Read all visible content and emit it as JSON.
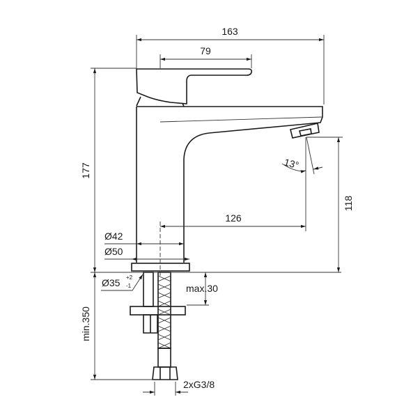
{
  "dimensions": {
    "overall_length": "163",
    "handle_length": "79",
    "overall_height": "177",
    "spout_reach": "126",
    "spout_height": "118",
    "spout_angle": "13°",
    "body_diameter": "Ø42",
    "base_diameter": "Ø50",
    "hole_diameter": "Ø35",
    "hole_tol_plus": "+2",
    "hole_tol_minus": "-1",
    "max_thickness": "max.30",
    "min_hose": "min.350",
    "connection": "2xG3/8"
  }
}
